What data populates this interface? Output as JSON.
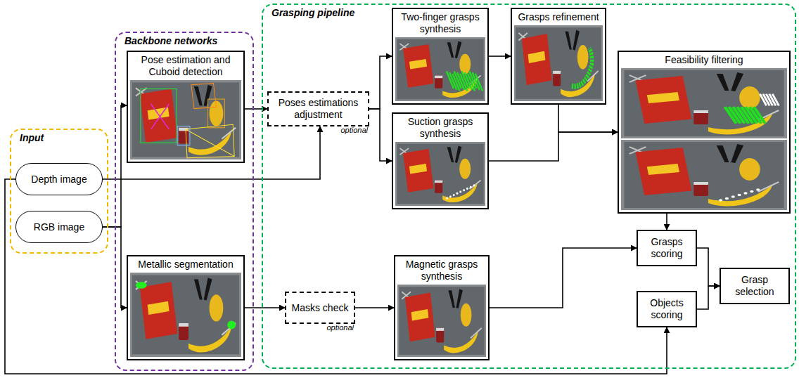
{
  "diagram": {
    "nodes": [
      {
        "text": [
          "Input"
        ]
      },
      {
        "text": [
          "Depth image"
        ],
        "in": 0
      },
      {
        "text": [
          "RGB image"
        ],
        "in": 0
      },
      {
        "text": [
          "Backbone networks"
        ]
      },
      {
        "text": [
          "Pose estimation and Cuboid detection"
        ],
        "in": 3
      },
      {
        "text": [
          "Metallic segmentation"
        ],
        "in": 3
      },
      {
        "text": [
          "Grasping pipeline"
        ]
      },
      {
        "text": [
          "Poses estimations adjustment",
          "optional"
        ],
        "in": 6
      },
      {
        "text": [
          "Two-finger grasps synthesis"
        ],
        "in": 6
      },
      {
        "text": [
          "Grasps refinement"
        ],
        "in": 6
      },
      {
        "text": [
          "Suction grasps synthesis"
        ],
        "in": 6
      },
      {
        "text": [
          "Feasibility filtering"
        ],
        "in": 6
      },
      {
        "text": [
          "Masks check",
          "optional"
        ],
        "in": 6
      },
      {
        "text": [
          "Magnetic grasps synthesis"
        ],
        "in": 6
      },
      {
        "text": [
          "Grasps scoring"
        ],
        "in": 6
      },
      {
        "text": [
          "Objects scoring"
        ],
        "in": 6
      },
      {
        "text": [
          "Grasp selection"
        ],
        "in": 6
      }
    ],
    "edges": [
      {
        "from": 2,
        "to": 4,
        "arrow": "to"
      },
      {
        "from": 2,
        "to": 5,
        "arrow": "to"
      },
      {
        "from": 1,
        "to": 7,
        "arrow": "to"
      },
      {
        "from": 1,
        "to": 15,
        "arrow": "to"
      },
      {
        "from": 4,
        "to": 7,
        "arrow": "to"
      },
      {
        "from": 7,
        "to": 8,
        "arrow": "to"
      },
      {
        "from": 7,
        "to": 10,
        "arrow": "to"
      },
      {
        "from": 8,
        "to": 9,
        "arrow": "to"
      },
      {
        "from": 9,
        "to": 11,
        "arrow": "to"
      },
      {
        "from": 10,
        "to": 11,
        "arrow": "to"
      },
      {
        "from": 11,
        "to": 14,
        "arrow": "to"
      },
      {
        "from": 5,
        "to": 12,
        "arrow": "to"
      },
      {
        "from": 12,
        "to": 13,
        "arrow": "to"
      },
      {
        "from": 13,
        "to": 14,
        "arrow": "to"
      },
      {
        "from": 14,
        "to": 16,
        "arrow": "to"
      },
      {
        "from": 15,
        "to": 16,
        "arrow": "to"
      }
    ]
  }
}
